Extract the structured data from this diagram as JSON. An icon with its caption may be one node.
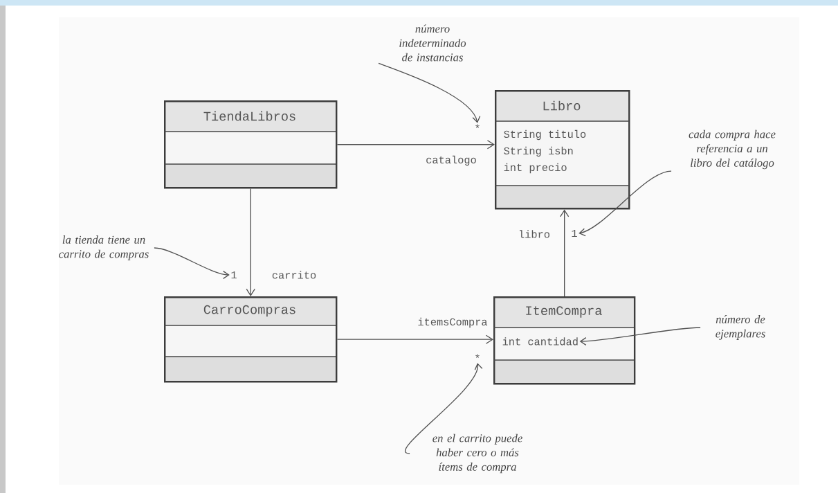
{
  "diagram": {
    "nodes": [
      {
        "text": [
          "TiendaLibros"
        ]
      },
      {
        "text": [
          "Libro",
          "String titulo",
          "String isbn",
          "int precio"
        ]
      },
      {
        "text": [
          "CarroCompras"
        ]
      },
      {
        "text": [
          "ItemCompra",
          "int cantidad"
        ]
      },
      {
        "text": [
          "*"
        ]
      },
      {
        "text": [
          "1"
        ]
      },
      {
        "text": [
          "1"
        ]
      },
      {
        "text": [
          "*"
        ]
      },
      {
        "text": [
          "número indeterminado de instancias"
        ]
      },
      {
        "text": [
          "la tienda tiene un carrito de compras"
        ]
      },
      {
        "text": [
          "cada compra hace referencia a un libro del catálogo"
        ]
      },
      {
        "text": [
          "número de ejemplares"
        ]
      },
      {
        "text": [
          "en el carrito puede haber cero o más ítems de compra"
        ]
      }
    ],
    "edges": [
      {
        "from": 0,
        "to": 1,
        "arrow": "to",
        "label": "catalogo"
      },
      {
        "from": 0,
        "to": 2,
        "arrow": "to",
        "label": "carrito"
      },
      {
        "from": 2,
        "to": 3,
        "arrow": "to",
        "label": "itemsCompra"
      },
      {
        "from": 3,
        "to": 1,
        "arrow": "to",
        "label": "libro"
      },
      {
        "from": 8,
        "to": 4,
        "arrow": "to"
      },
      {
        "from": 9,
        "to": 5,
        "arrow": "to"
      },
      {
        "from": 10,
        "to": 6,
        "arrow": "to"
      },
      {
        "from": 11,
        "to": 3,
        "arrow": "to"
      },
      {
        "from": 12,
        "to": 7,
        "arrow": "to"
      }
    ]
  }
}
